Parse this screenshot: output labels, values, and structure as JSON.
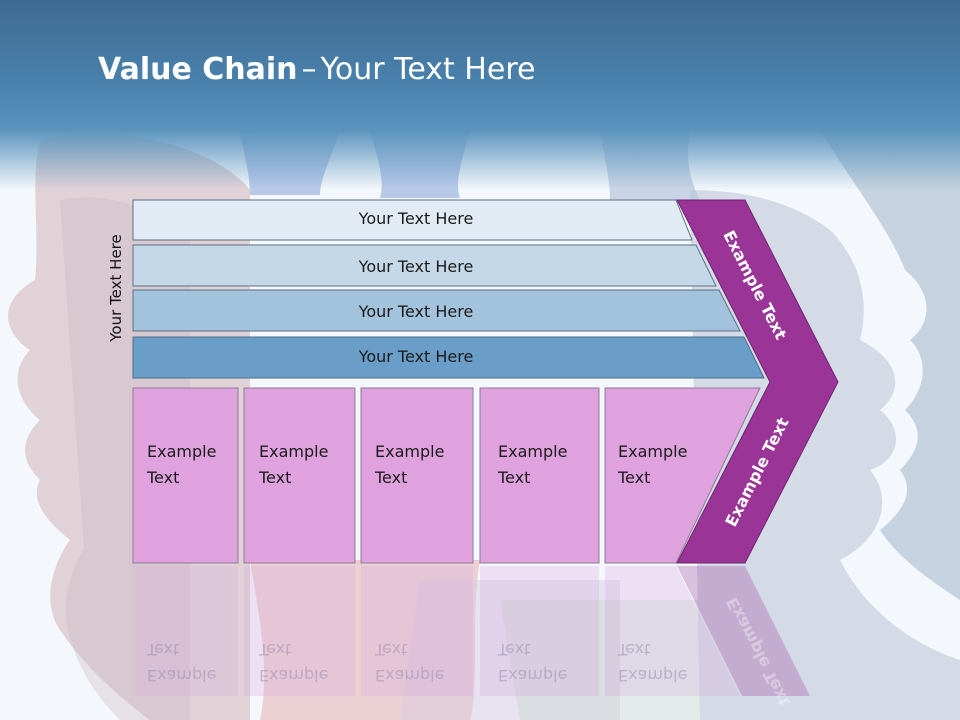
{
  "title": {
    "bold": "Value Chain",
    "dash": "–",
    "rest": "Your Text Here"
  },
  "side_label": "Your Text Here",
  "bands": [
    {
      "label": "Your Text Here"
    },
    {
      "label": "Your Text Here"
    },
    {
      "label": "Your Text Here"
    },
    {
      "label": "Your Text Here"
    }
  ],
  "columns": [
    {
      "line1": "Example",
      "line2": "Text"
    },
    {
      "line1": "Example",
      "line2": "Text"
    },
    {
      "line1": "Example",
      "line2": "Text"
    },
    {
      "line1": "Example",
      "line2": "Text"
    },
    {
      "line1": "Example",
      "line2": "Text"
    }
  ],
  "chevron": {
    "top_label": "Example Text",
    "bottom_label": "Example Text"
  },
  "colors": {
    "header": "#4a82ad",
    "band_1": "#e2ebf4",
    "band_2": "#c4d8e8",
    "band_3": "#a3c2dc",
    "band_4": "#6a9ec8",
    "column": "#e0a2de",
    "chevron": "#9a3497"
  }
}
